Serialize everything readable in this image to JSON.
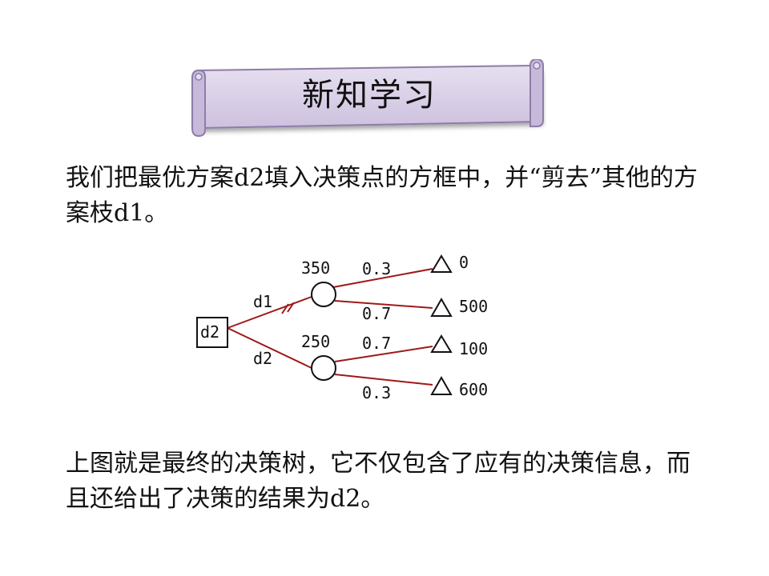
{
  "banner": {
    "title": "新知学习"
  },
  "paragraphs": {
    "intro": "我们把最优方案d2填入决策点的方框中，并“剪去”其他的方案枝d1。",
    "conclusion": "上图就是最终的决策树，它不仅包含了应有的决策信息，而且还给出了决策的结果为d2。"
  },
  "tree": {
    "decision_node": "d2",
    "branch_labels": {
      "upper": "d1",
      "lower": "d2"
    },
    "chance_nodes": [
      {
        "value": "350",
        "outcomes": [
          {
            "prob": "0.3",
            "payoff": "0"
          },
          {
            "prob": "0.7",
            "payoff": "500"
          }
        ]
      },
      {
        "value": "250",
        "outcomes": [
          {
            "prob": "0.7",
            "payoff": "100"
          },
          {
            "prob": "0.3",
            "payoff": "600"
          }
        ]
      }
    ]
  },
  "colors": {
    "branch": "#a01818",
    "banner_fill": "#d8cee6",
    "banner_edge": "#8d7da8"
  }
}
